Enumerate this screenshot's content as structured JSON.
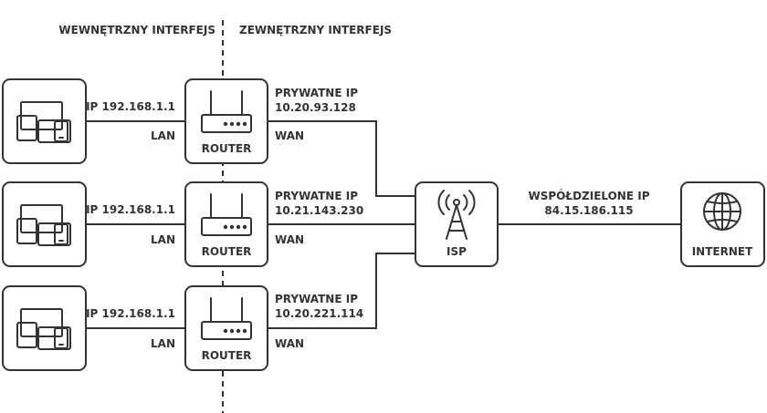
{
  "headers": {
    "internal": "WEWNĘTRZNY INTERFEJS",
    "external": "ZEWNĘTRZNY INTERFEJS"
  },
  "rows": [
    {
      "device_icon": "devices-icon",
      "lan_ip": "IP 192.168.1.1",
      "lan_label": "LAN",
      "router_icon": "router-icon",
      "router_label": "ROUTER",
      "private_ip_title": "PRYWATNE IP",
      "private_ip": "10.20.93.128",
      "wan_label": "WAN"
    },
    {
      "device_icon": "devices-icon",
      "lan_ip": "IP 192.168.1.1",
      "lan_label": "LAN",
      "router_icon": "router-icon",
      "router_label": "ROUTER",
      "private_ip_title": "PRYWATNE IP",
      "private_ip": "10.21.143.230",
      "wan_label": "WAN"
    },
    {
      "device_icon": "devices-icon",
      "lan_ip": "IP 192.168.1.1",
      "lan_label": "LAN",
      "router_icon": "router-icon",
      "router_label": "ROUTER",
      "private_ip_title": "PRYWATNE IP",
      "private_ip": "10.20.221.114",
      "wan_label": "WAN"
    }
  ],
  "isp": {
    "icon": "antenna-icon",
    "label": "ISP"
  },
  "shared_ip": {
    "title": "WSPÓŁDZIELONE IP",
    "value": "84.15.186.115"
  },
  "internet": {
    "icon": "globe-icon",
    "label": "INTERNET"
  }
}
